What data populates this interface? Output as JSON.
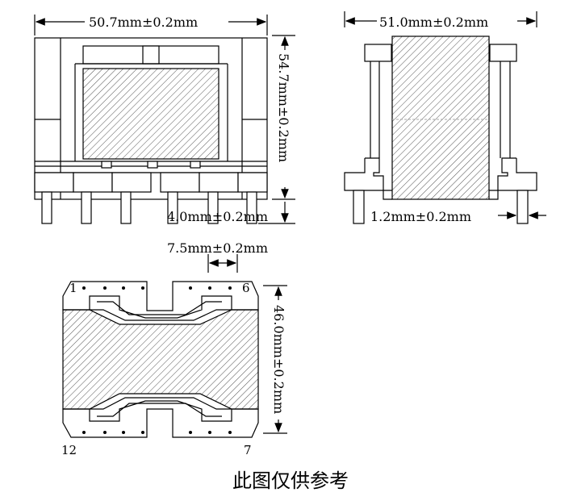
{
  "dimensions": {
    "front_width": "50.7mm±0.2mm",
    "front_height": "54.7mm±0.2mm",
    "front_pin_length": "4.0mm±0.2mm",
    "side_width": "51.0mm±0.2mm",
    "side_pin_offset": "1.2mm±0.2mm",
    "bottom_pin_pitch": "7.5mm±0.2mm",
    "bottom_depth": "46.0mm±0.2mm"
  },
  "pins": {
    "top_left": "1",
    "top_right": "6",
    "bottom_left": "12",
    "bottom_right": "7"
  },
  "caption": "此图仅供参考"
}
